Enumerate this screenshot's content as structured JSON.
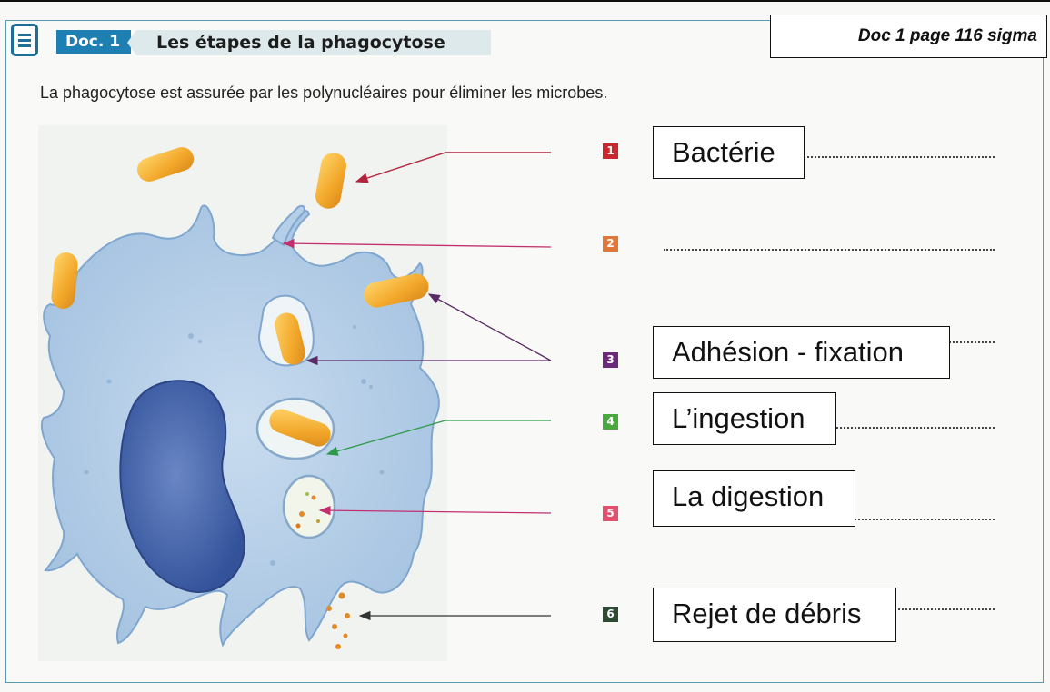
{
  "header": {
    "doc_badge": "Doc. 1",
    "doc_title": "Les étapes de la phagocytose",
    "reference": "Doc 1 page 116 sigma"
  },
  "intro": "La phagocytose est assurée par les polynucléaires pour éliminer les microbes.",
  "steps": [
    {
      "number": "1",
      "color": "#c8282d",
      "label": "Bactérie"
    },
    {
      "number": "2",
      "color": "#e2773a",
      "label": ""
    },
    {
      "number": "3",
      "color": "#6c2a7a",
      "label": "Adhésion - fixation"
    },
    {
      "number": "4",
      "color": "#49a83e",
      "label": "L’ingestion"
    },
    {
      "number": "5",
      "color": "#e1506e",
      "label": "La digestion"
    },
    {
      "number": "6",
      "color": "#2f4a33",
      "label": "Rejet de débris"
    }
  ],
  "icons": {
    "doc": "document-icon"
  }
}
